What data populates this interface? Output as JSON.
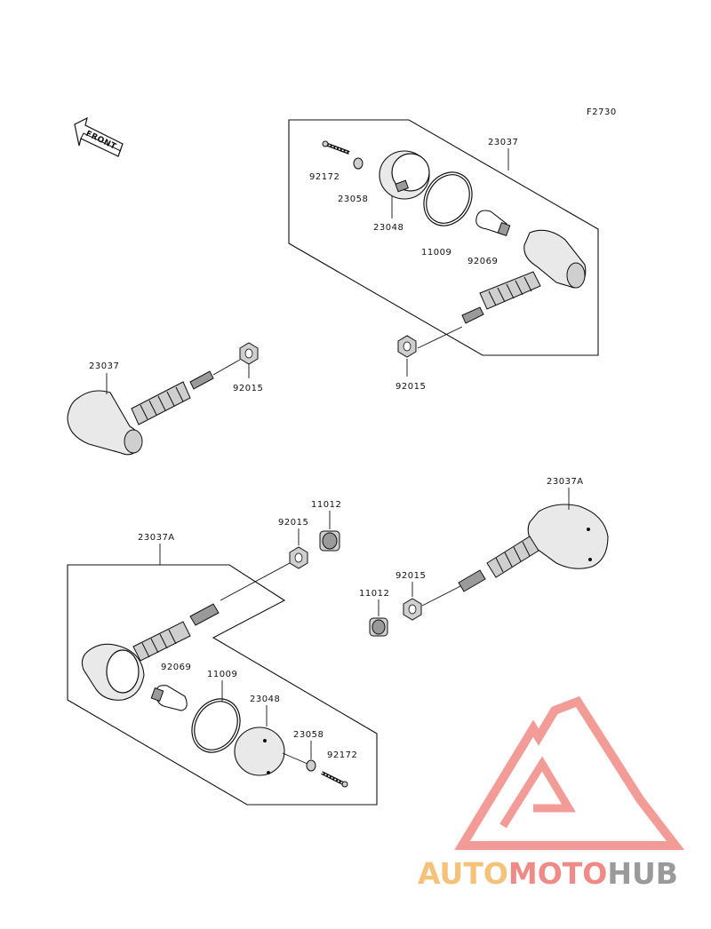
{
  "figure_code": "F2730",
  "front_arrow_label": "FRONT",
  "upper_group": {
    "assembly_label": "23037",
    "screw_label": "92172",
    "washer_label": "23058",
    "lens_label": "23048",
    "gasket_label": "11009",
    "bulb_label": "92069",
    "nut_label": "92015"
  },
  "left_signal": {
    "assembly_label": "23037",
    "nut_label": "92015"
  },
  "right_lower_signal": {
    "assembly_label": "23037A",
    "nut_label": "92015",
    "spacer_label": "11012"
  },
  "lower_group": {
    "assembly_label": "23037A",
    "nut_label": "92015",
    "spacer_label": "11012",
    "bulb_label": "92069",
    "gasket_label": "11009",
    "lens_label": "23048",
    "washer_label": "23058",
    "screw_label": "92172"
  },
  "watermark": {
    "part1": "AUTO",
    "part2": "MOTO",
    "part3": "HUB",
    "colors": {
      "auto": "#f5c27a",
      "moto": "#f08a86",
      "hub": "#9a9a9a",
      "triangle": "#f08a86"
    }
  }
}
